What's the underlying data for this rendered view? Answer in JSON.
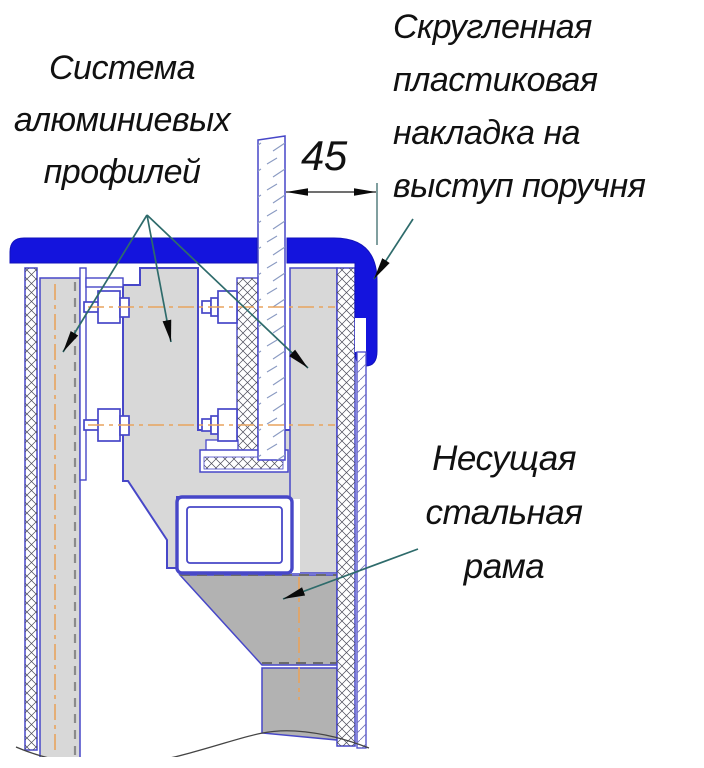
{
  "labels": {
    "aluminum_system": "Система\nалюминиевых\nпрофилей",
    "plastic_cover": "Скругленная\nпластиковая\nнакладка на\nвыступ поручня",
    "steel_frame": "Несущая\nстальная\nрама",
    "dimension_value": "45"
  },
  "colors": {
    "handrail_blue": "#1414dd",
    "drawing_outline_blue": "#4747c8",
    "aluminum_profile_gray": "#d8d8d8",
    "steel_frame_gray": "#b2b2b2",
    "centerline_orange": "#e8a45e",
    "leader_teal": "#2e6b6b",
    "text_black": "#111111"
  }
}
